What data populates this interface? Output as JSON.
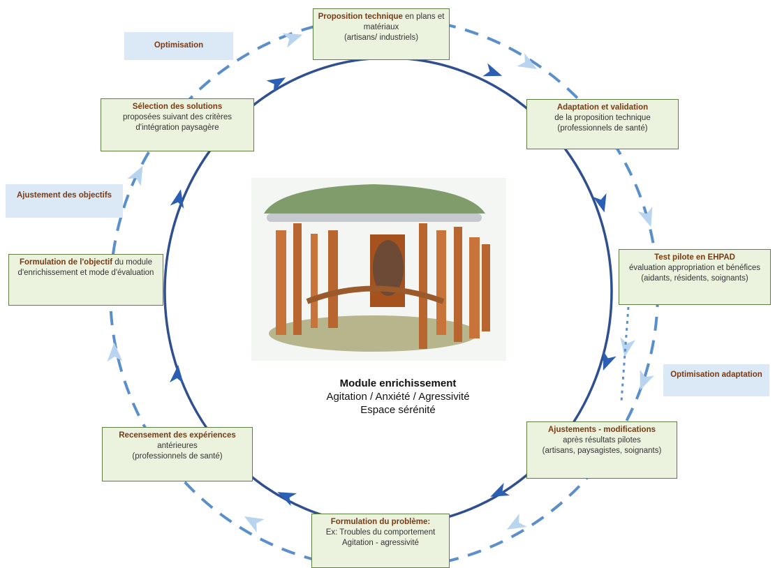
{
  "colors": {
    "cycle": "#2f4f8f",
    "arrow_solid": "#2b5fb3",
    "arrow_light": "#b9d4ef",
    "dash": "#5a8fcc",
    "box_fill": "#ebf3df",
    "box_border": "#5f7f42",
    "title_brown": "#7a3b13",
    "tag_fill": "#dbe8f6"
  },
  "nodes": {
    "proposition": {
      "title": "Proposition technique",
      "text1": " en plans et matériaux",
      "text2": "(artisans/ industriels)"
    },
    "adaptation": {
      "title": "Adaptation et validation",
      "text1": "de la proposition technique",
      "text2": "(professionnels de santé)"
    },
    "test": {
      "title": "Test pilote en EHPAD",
      "text1": "évaluation appropriation et bénéfices",
      "text2": "(aidants, résidents, soignants)"
    },
    "ajustements": {
      "title": "Ajustements - modifications",
      "text1": "après résultats pilotes",
      "text2": "(artisans, paysagistes, soignants)"
    },
    "probleme": {
      "title": "Formulation du problème:",
      "text1": "Ex: Troubles du comportement",
      "text2": "Agitation - agressivité"
    },
    "recensement": {
      "title": "Recensement des expériences",
      "text1": "antérieures",
      "text2": "(professionnels de santé)"
    },
    "objectif": {
      "title": "Formulation de l'objectif",
      "text1": " du module d'enrichissement et mode d'évaluation"
    },
    "selection": {
      "title": "Sélection des solutions",
      "text1": "proposées suivant des critères d'intégration paysagère"
    }
  },
  "tags": {
    "optimisation": "Optimisation",
    "ajustement_objectifs": "Ajustement des objectifs",
    "optimisation_adaptation": "Optimisation adaptation"
  },
  "caption": {
    "title": "Module enrichissement",
    "line2": "Agitation / Anxiété / Agressivité",
    "line3": "Espace sérénité"
  },
  "illustration": {
    "description_icon": "pavilion-illustration"
  }
}
